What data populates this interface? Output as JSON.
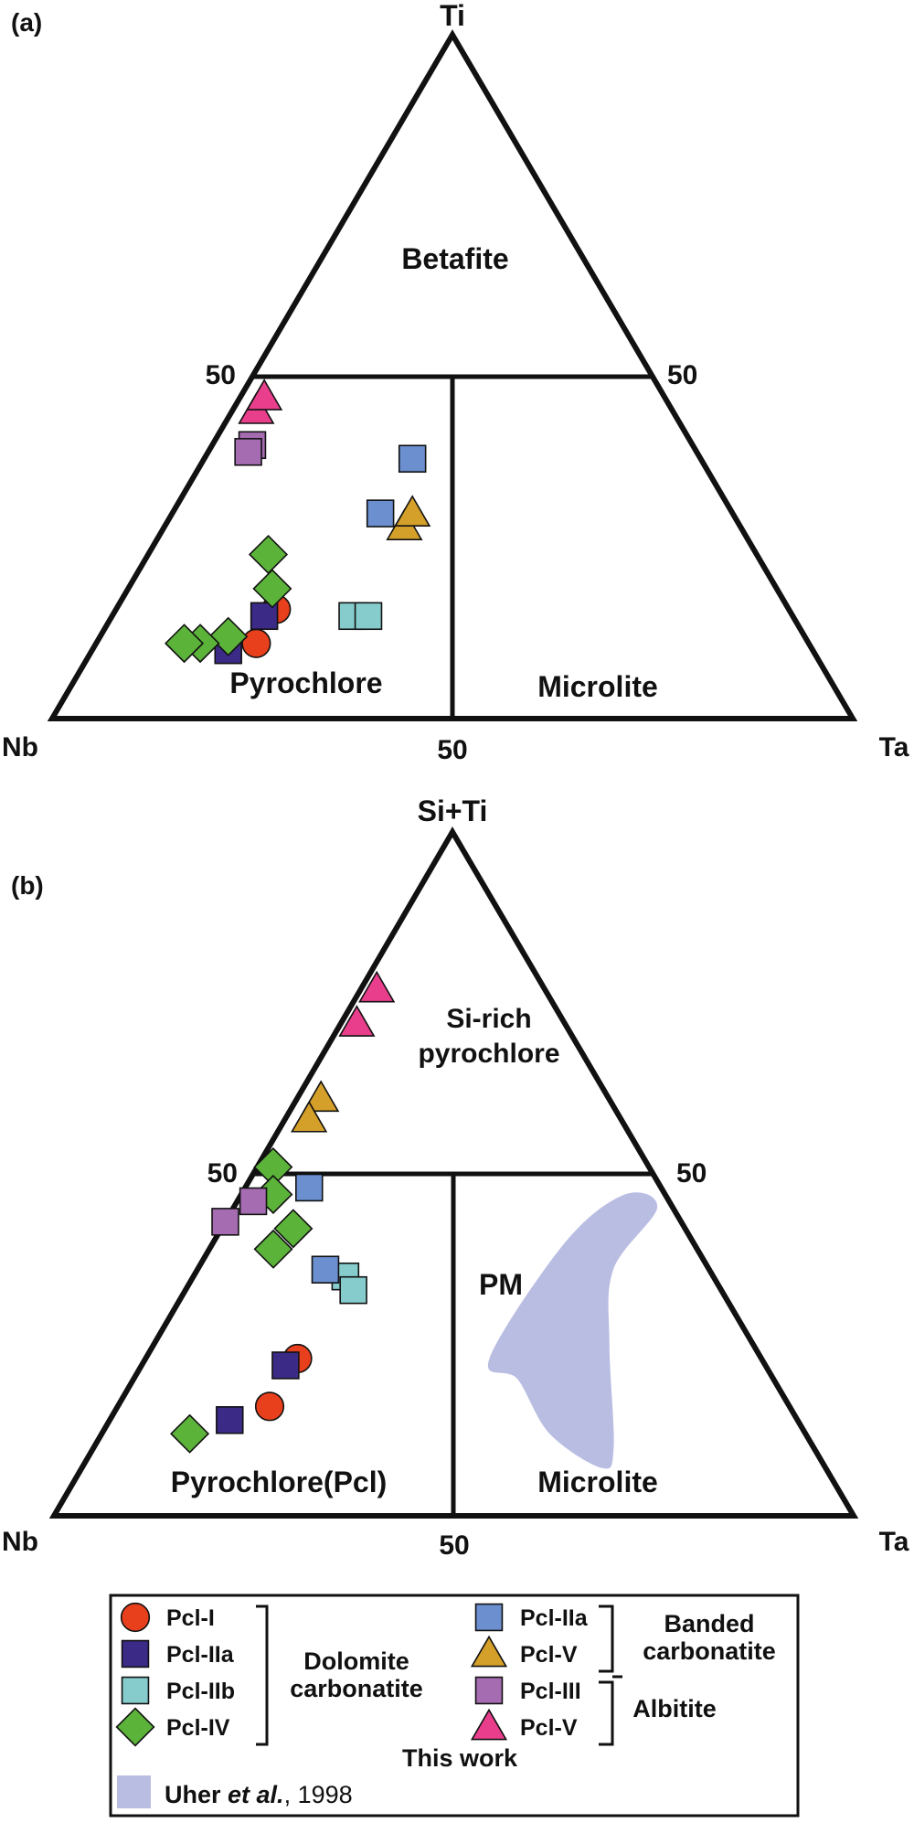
{
  "colors": {
    "pcl_I": "#e8401c",
    "pcl_IIa_dolomite": "#3b2a86",
    "pcl_IIb": "#86cccc",
    "pcl_IV": "#5cb33a",
    "pcl_IIa_banded": "#6b8fcf",
    "pcl_V_banded": "#d4a02a",
    "pcl_III": "#a56cb1",
    "pcl_V_albitite": "#e83e8c",
    "uher_field": "#b9bde2"
  },
  "chart_data": [
    {
      "type": "ternary",
      "panel_label": "(a)",
      "apices": {
        "top": "Ti",
        "left": "Nb",
        "right": "Ta"
      },
      "tick_labels": {
        "left_edge": "50",
        "right_edge": "50",
        "bottom_edge": "50"
      },
      "fields": [
        "Betafite",
        "Pyrochlore",
        "Microlite"
      ],
      "series": [
        {
          "key": "pcl_I",
          "marker": "circle",
          "points": [
            [
              20,
              16
            ],
            [
              20,
              11
            ]
          ]
        },
        {
          "key": "pcl_IIa_dolomite",
          "marker": "square",
          "points": [
            [
              19,
              15
            ],
            [
              17,
              10
            ]
          ]
        },
        {
          "key": "pcl_IIb",
          "marker": "square",
          "points": [
            [
              30,
              15
            ],
            [
              32,
              15
            ]
          ]
        },
        {
          "key": "pcl_IV",
          "marker": "diamond",
          "points": [
            [
              15,
              24
            ],
            [
              18,
              19
            ],
            [
              16,
              12
            ],
            [
              13,
              11
            ],
            [
              11,
              11
            ]
          ]
        },
        {
          "key": "pcl_IIa_banded",
          "marker": "square",
          "points": [
            [
              26,
              38
            ],
            [
              26,
              30
            ]
          ]
        },
        {
          "key": "pcl_V_banded",
          "marker": "triangle",
          "points": [
            [
              30,
              28
            ],
            [
              30,
              30
            ]
          ]
        },
        {
          "key": "pcl_III",
          "marker": "square",
          "points": [
            [
              5,
              40
            ],
            [
              5,
              39
            ]
          ]
        },
        {
          "key": "pcl_V_albitite",
          "marker": "triangle",
          "points": [
            [
              3,
              45
            ],
            [
              3,
              47
            ]
          ]
        }
      ]
    },
    {
      "type": "ternary",
      "panel_label": "(b)",
      "apices": {
        "top": "Si+Ti",
        "left": "Nb",
        "right": "Ta"
      },
      "tick_labels": {
        "left_edge": "50",
        "right_edge": "50",
        "bottom_edge": "50"
      },
      "fields": [
        "Si-rich",
        "pyrochlore",
        "Pyrochlore(Pcl)",
        "Microlite",
        "PM"
      ],
      "series": [
        {
          "key": "pcl_I",
          "marker": "circle",
          "points": [
            [
              19,
              23
            ],
            [
              19,
              16
            ]
          ]
        },
        {
          "key": "pcl_IIa_dolomite",
          "marker": "square",
          "points": [
            [
              18,
              22
            ],
            [
              15,
              14
            ]
          ]
        },
        {
          "key": "pcl_IIb",
          "marker": "square",
          "points": [
            [
              19,
              35
            ],
            [
              21,
              33
            ]
          ]
        },
        {
          "key": "pcl_IV",
          "marker": "diamond",
          "points": [
            [
              2,
              51
            ],
            [
              4,
              47
            ],
            [
              9,
              42
            ],
            [
              8,
              39
            ],
            [
              11,
              12
            ]
          ]
        },
        {
          "key": "pcl_IIa_banded",
          "marker": "square",
          "points": [
            [
              8,
              48
            ],
            [
              16,
              36
            ]
          ]
        },
        {
          "key": "pcl_V_banded",
          "marker": "triangle",
          "points": [
            [
              3,
              61
            ],
            [
              3,
              58
            ]
          ]
        },
        {
          "key": "pcl_III",
          "marker": "square",
          "points": [
            [
              2,
              46
            ],
            [
              0,
              43
            ]
          ]
        },
        {
          "key": "pcl_V_albitite",
          "marker": "triangle",
          "points": [
            [
              2,
              77
            ],
            [
              2,
              72
            ]
          ]
        }
      ],
      "field_uher_1998": [
        [
          48,
          47
        ],
        [
          53,
          45
        ],
        [
          52,
          36
        ],
        [
          57,
          25
        ],
        [
          65,
          10
        ],
        [
          65,
          7
        ],
        [
          56,
          12
        ],
        [
          48,
          20
        ],
        [
          43,
          23
        ],
        [
          44,
          40
        ]
      ]
    }
  ],
  "legend": {
    "items": [
      {
        "key": "pcl_I",
        "marker": "circle",
        "label": "Pcl-I"
      },
      {
        "key": "pcl_IIa_dolomite",
        "marker": "square",
        "label": "Pcl-IIa"
      },
      {
        "key": "pcl_IIb",
        "marker": "square",
        "label": "Pcl-IIb"
      },
      {
        "key": "pcl_IV",
        "marker": "diamond",
        "label": "Pcl-IV"
      },
      {
        "key": "pcl_IIa_banded",
        "marker": "square",
        "label": "Pcl-IIa"
      },
      {
        "key": "pcl_V_banded",
        "marker": "triangle",
        "label": "Pcl-V"
      },
      {
        "key": "pcl_III",
        "marker": "square",
        "label": "Pcl-III"
      },
      {
        "key": "pcl_V_albitite",
        "marker": "triangle",
        "label": "Pcl-V"
      }
    ],
    "group_dolomite_line1": "Dolomite",
    "group_dolomite_line2": "carbonatite",
    "group_banded_line1": "Banded",
    "group_banded_line2": "carbonatite",
    "group_albitite": "Albitite",
    "this_work": "This work",
    "uher_prefix": "Uher ",
    "uher_etal": "et al.",
    "uher_suffix": ", 1998"
  }
}
